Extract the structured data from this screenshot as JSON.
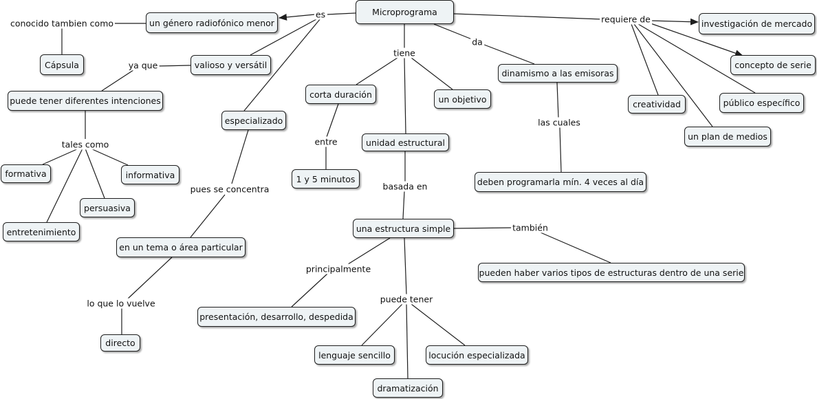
{
  "concepts": {
    "microprograma": "Microprograma",
    "genero": "un género radiofónico menor",
    "capsula": "Cápsula",
    "valioso": "valioso y versátil",
    "intenciones": "puede tener diferentes intenciones",
    "formativa": "formativa",
    "informativa": "informativa",
    "persuasiva": "persuasiva",
    "entretenimiento": "entretenimiento",
    "especializado": "especializado",
    "tema": "en un tema o área particular",
    "directo": "directo",
    "corta": "corta duración",
    "minutos": "1 y 5 minutos",
    "objetivo": "un objetivo",
    "unidad": "unidad estructural",
    "estructura": "una estructura simple",
    "presentacion": "presentación, desarrollo, despedida",
    "lenguaje": "lenguaje sencillo",
    "locucion": "locución especializada",
    "dramatizacion": "dramatización",
    "varios": "pueden haber varios tipos de estructuras dentro de una serie",
    "dinamismo": "dinamismo a las emisoras",
    "programarla": "deben programarla mín. 4 veces al día",
    "investigacion": "investigación de mercado",
    "concepto": "concepto de serie",
    "creatividad": "creatividad",
    "publico": "público específico",
    "medios": "un plan de medios"
  },
  "links": {
    "es": "es",
    "conocido": "conocido tambien como",
    "ya_que": "ya que",
    "tales_como": "tales como",
    "pues": "pues se concentra",
    "vuelve": "lo que lo vuelve",
    "tiene": "tiene",
    "entre": "entre",
    "basada": "basada en",
    "principalmente": "principalmente",
    "puede_tener": "puede tener",
    "tambien": "también",
    "da": "da",
    "las_cuales": "las cuales",
    "requiere": "requiere de"
  },
  "colors": {
    "node_fill": "#eef3f5",
    "node_border": "#1e1e1e",
    "line": "#1e1e1e"
  }
}
